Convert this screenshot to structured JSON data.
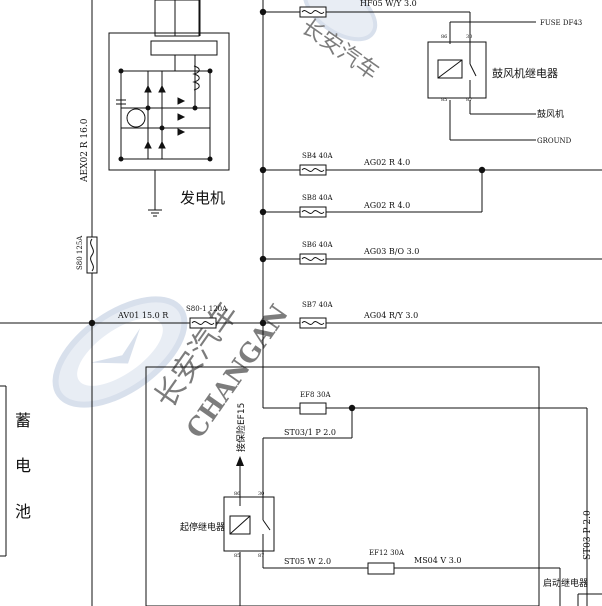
{
  "labels": {
    "top_wire": "HF05 W/Y 3.0",
    "fuse_df43": "FUSE DF43",
    "blower_relay": "鼓风机继电器",
    "blower": "鼓风机",
    "ground": "GROUND",
    "alternator": "发电机",
    "main_wire_vert": "AEX02 R 16.0",
    "fuse_s80_vert": "S80 125A",
    "battery_c1": "蓄",
    "battery_c2": "电",
    "battery_c3": "池",
    "sb4": "SB4 40A",
    "ag02_a": "AG02 R 4.0",
    "sb8": "SB8 40A",
    "ag02_b": "AG02 R 4.0",
    "sb6": "SB6 40A",
    "ag03": "AG03 B/O 3.0",
    "sb7": "SB7 40A",
    "ag04": "AG04 R/Y 3.0",
    "av01": "AV01 15.0 R",
    "s80_1": "S80-1 120A",
    "ef8": "EF8 30A",
    "st03_1": "ST03/1 P 2.0",
    "to_ef15": "接保险EF15",
    "starter_stop_relay": "起停继电器",
    "st05": "ST05 W 2.0",
    "ef12": "EF12 30A",
    "ms04": "MS04 V 3.0",
    "st03_vert": "ST03 P 2.0",
    "start_relay": "启动继电器",
    "pin86_a": "86",
    "pin30_a": "30",
    "pin85_a": "85",
    "pin87_a": "87",
    "pin86_b": "86",
    "pin30_b": "30",
    "pin85_b": "85",
    "pin87_b": "87"
  },
  "watermark": {
    "text_top": "长安汽车",
    "text_bottom": "CHANGAN",
    "color": "#c9d4e6"
  },
  "colors": {
    "line": "#111111",
    "background": "#ffffff"
  }
}
